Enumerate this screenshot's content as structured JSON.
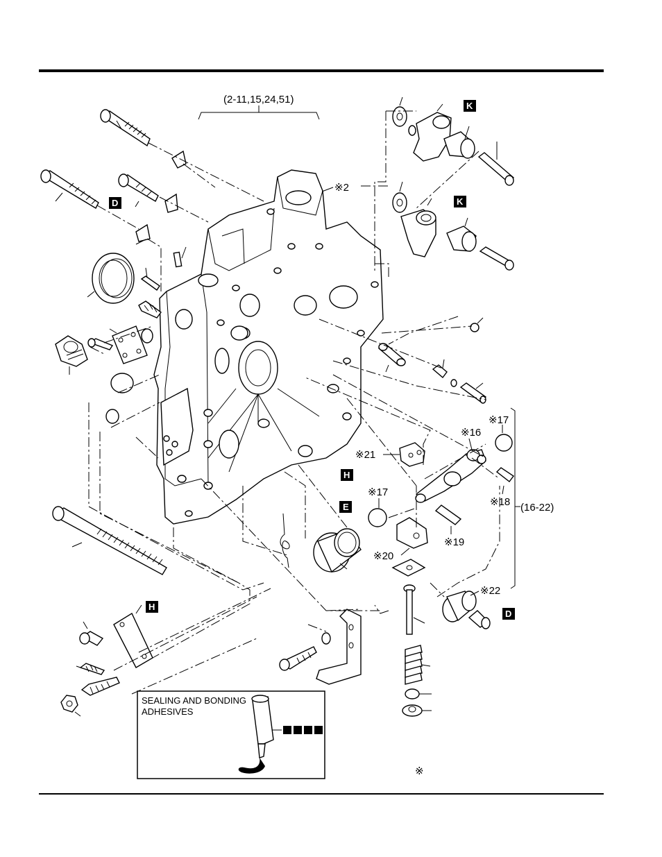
{
  "header": {
    "rule": "top"
  },
  "labels": {
    "group_top": "(2-11,15,24,51)",
    "group_right": "(16-22)",
    "part_2": "※2",
    "part_16": "※16",
    "part_17a": "※17",
    "part_17b": "※17",
    "part_18": "※18",
    "part_19": "※19",
    "part_20": "※20",
    "part_21": "※21",
    "part_22": "※22",
    "note_mark": "※"
  },
  "tags": {
    "k1": "K",
    "k2": "K",
    "d1": "D",
    "d2": "D",
    "h1": "H",
    "h2": "H",
    "e1": "E"
  },
  "legend": {
    "line1": "SEALING AND BONDING",
    "line2": "ADHESIVES"
  }
}
